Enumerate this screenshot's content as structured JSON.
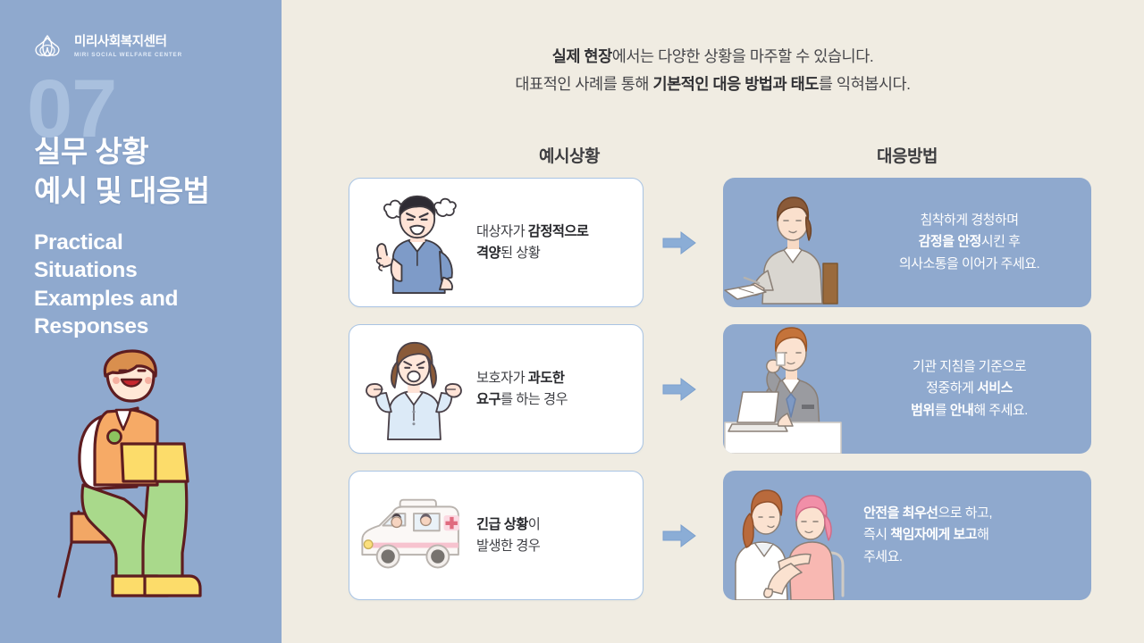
{
  "brand": {
    "name_ko": "미리사회복지센터",
    "name_en": "MIRI SOCIAL WELFARE CENTER",
    "logo_icon": "lotus-flower-icon"
  },
  "sidebar": {
    "section_number": "07",
    "title_ko": "실무 상황\n예시 및 대응법",
    "title_en": "Practical\nSituations\nExamples and\nResponses",
    "illustration": "seated-social-worker-reading-book-illustration",
    "background_color": "#8fa9ce"
  },
  "header": {
    "line1_pre": "",
    "line1_bold": "실제 현장",
    "line1_post": "에서는 다양한 상황을 마주할 수 있습니다.",
    "line2_pre": "대표적인 사례를 통해 ",
    "line2_bold": "기본적인 대응 방법과 태도",
    "line2_post": "를 익혀봅시다."
  },
  "columns": {
    "situation_header": "예시상황",
    "response_header": "대응방법"
  },
  "arrow_icon": "right-arrow-icon",
  "rows": [
    {
      "situation": {
        "illustration": "angry-man-with-steam-puffs-illustration",
        "pre": "대상자가 ",
        "bold": "감정적으로 격양",
        "post": "된 상황",
        "line1_pre": "대상자가 ",
        "line1_bold": "감정적으로",
        "line2_bold": "격양",
        "line2_post": "된 상황"
      },
      "response": {
        "illustration": "counselor-woman-at-desk-with-notebook-illustration",
        "line1": "침착하게 경청하며",
        "line2_bold": "감정을 안정",
        "line2_post": "시킨 후",
        "line3": "의사소통을 이어가 주세요.",
        "align": "center"
      }
    },
    {
      "situation": {
        "illustration": "angry-woman-with-raised-fists-illustration",
        "line1_pre": "보호자가 ",
        "line1_bold": "과도한",
        "line2_bold": "요구",
        "line2_post": "를 하는 경우"
      },
      "response": {
        "illustration": "man-in-suit-on-phone-with-laptop-illustration",
        "line1": "기관 지침을 기준으로",
        "line2_pre": "정중하게 ",
        "line2_bold": "서비스",
        "line3_bold1": "범위",
        "line3_mid": "를 ",
        "line3_bold2": "안내",
        "line3_post": "해 주세요.",
        "align": "center"
      }
    },
    {
      "situation": {
        "illustration": "ambulance-illustration",
        "line1_bold": "긴급 상황",
        "line1_post": "이",
        "line2": "발생한 경우"
      },
      "response": {
        "illustration": "nurse-assisting-patient-illustration",
        "line1_bold": "안전을 최우선",
        "line1_post": "으로 하고,",
        "line2_pre": "즉시 ",
        "line2_bold": "책임자에게 보고",
        "line2_post": "해",
        "line3": "주세요.",
        "align": "left"
      }
    }
  ],
  "colors": {
    "sidebar_bg": "#8fa9ce",
    "page_bg": "#f0ece2",
    "card_border": "#a9c4e4",
    "card_bg": "#ffffff",
    "response_bg": "#8fa9ce",
    "arrow": "#8badd6",
    "number_watermark": "#a9c0de",
    "heading_text": "#3d3d40"
  }
}
